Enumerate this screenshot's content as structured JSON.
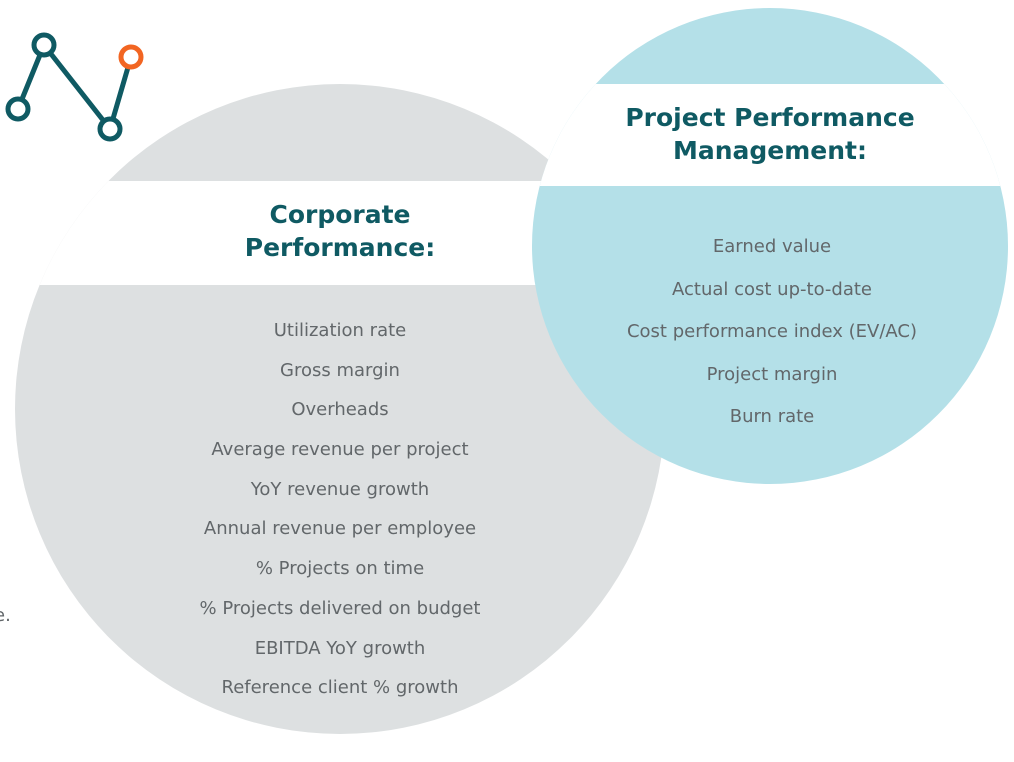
{
  "icon": {
    "name": "line-trend-icon",
    "stroke_color": "#0f5a63",
    "accent_color": "#f26522"
  },
  "stray_text": "e.",
  "corporate": {
    "title_line1": "Corporate",
    "title_line2": "Performance:",
    "circle_color": "#dde0e1",
    "items": [
      "Utilization rate",
      "Gross margin",
      "Overheads",
      "Average revenue per project",
      "YoY revenue growth",
      "Annual revenue per employee",
      "% Projects on time",
      "% Projects delivered on budget",
      "EBITDA YoY growth",
      "Reference client % growth"
    ]
  },
  "project": {
    "title_line1": "Project Performance",
    "title_line2": "Management:",
    "circle_color": "#b4e0e8",
    "items": [
      "Earned value",
      "Actual cost up-to-date",
      "Cost performance index (EV/AC)",
      "Project margin",
      "Burn rate"
    ]
  },
  "colors": {
    "heading": "#0f5a63",
    "body_text": "#62676a",
    "background": "#ffffff"
  }
}
